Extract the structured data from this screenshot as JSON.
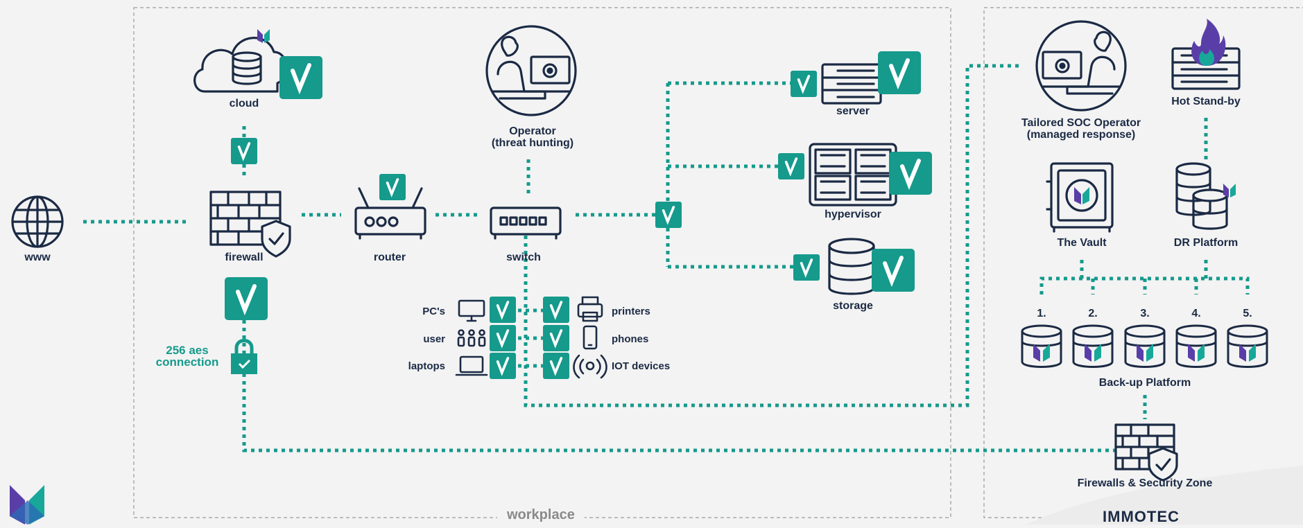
{
  "colors": {
    "teal": "#159a8c",
    "navy": "#1b2a44",
    "background": "#f3f3f3",
    "zone_border": "#9a9a9a"
  },
  "zones": {
    "workplace": "workplace"
  },
  "brand": {
    "name": "IMMOTEC",
    "logo_icon": "immotec-logo-icon"
  },
  "nodes": {
    "www": "www",
    "cloud": "cloud",
    "firewall": "firewall",
    "router": "router",
    "switch": "switch",
    "operator_line1": "Operator",
    "operator_line2": "(threat hunting)",
    "server": "server",
    "hypervisor": "hypervisor",
    "storage": "storage",
    "aes_line1": "256 aes",
    "aes_line2": "connection",
    "soc_line1": "Tailored SOC Operator",
    "soc_line2": "(managed response)",
    "hot_standby": "Hot Stand-by",
    "vault": "The Vault",
    "dr_platform": "DR Platform",
    "backup_platform": "Back-up Platform",
    "firewalls_zone": "Firewalls & Security Zone"
  },
  "devices_left": [
    "PC's",
    "user",
    "laptops"
  ],
  "devices_right": [
    "printers",
    "phones",
    "IOT devices"
  ],
  "backup_numbers": [
    "1.",
    "2.",
    "3.",
    "4.",
    "5."
  ],
  "icons": [
    "globe-icon",
    "cloud-database-icon",
    "brick-wall-shield-icon",
    "router-icon",
    "network-switch-icon",
    "operator-monitor-icon",
    "server-rack-icon",
    "hypervisor-icon",
    "storage-database-icon",
    "padlock-icon",
    "monitor-icon",
    "users-icon",
    "laptop-icon",
    "printer-icon",
    "phone-icon",
    "iot-signal-icon",
    "flame-server-icon",
    "vault-safe-icon",
    "database-restore-icon",
    "backup-database-icon",
    "checkmark-icon"
  ]
}
